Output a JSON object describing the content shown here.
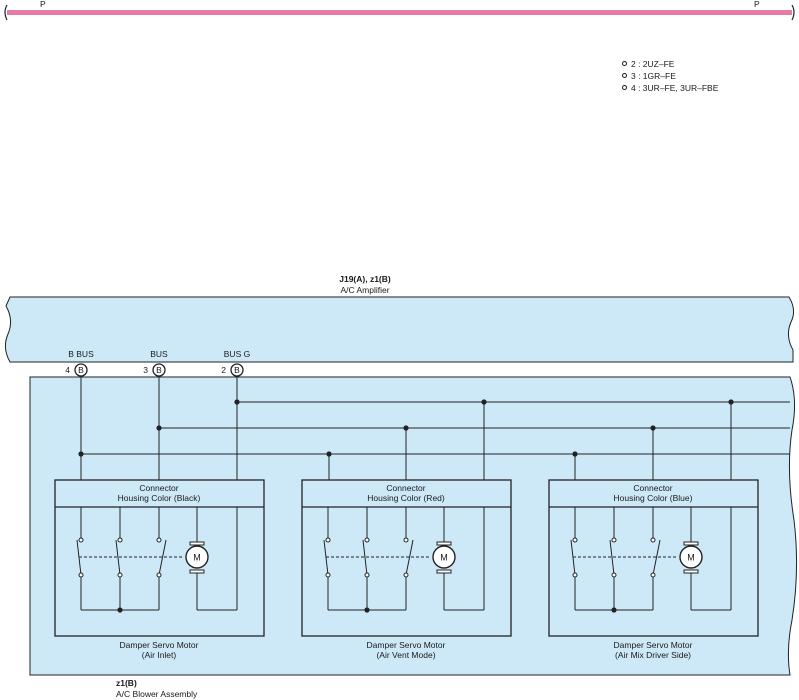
{
  "top_wire": {
    "left_label": "P",
    "right_label": "P",
    "color": "#e87aa6"
  },
  "notes": [
    "2 : 2UZ–FE",
    "3 : 1GR–FE",
    "4 : 3UR–FE,  3UR–FBE"
  ],
  "amplifier": {
    "code": "J19(A), z1(B)",
    "name": "A/C Amplifier",
    "fill": "#cde9f8",
    "pins": [
      {
        "name": "B BUS",
        "pin": "4",
        "connector": "B"
      },
      {
        "name": "BUS",
        "pin": "3",
        "connector": "B"
      },
      {
        "name": "BUS G",
        "pin": "2",
        "connector": "B"
      }
    ]
  },
  "assembly": {
    "code": "z1(B)",
    "name": "A/C Blower Assembly",
    "fill": "#cde9f8"
  },
  "motors": [
    {
      "connector_line1": "Connector",
      "connector_line2": "Housing Color (Black)",
      "name_line1": "Damper Servo Motor",
      "name_line2": "(Air Inlet)",
      "motor_symbol": "M"
    },
    {
      "connector_line1": "Connector",
      "connector_line2": "Housing Color (Red)",
      "name_line1": "Damper Servo Motor",
      "name_line2": "(Air Vent Mode)",
      "motor_symbol": "M"
    },
    {
      "connector_line1": "Connector",
      "connector_line2": "Housing Color (Blue)",
      "name_line1": "Damper Servo Motor",
      "name_line2": "(Air Mix Driver Side)",
      "motor_symbol": "M"
    }
  ]
}
